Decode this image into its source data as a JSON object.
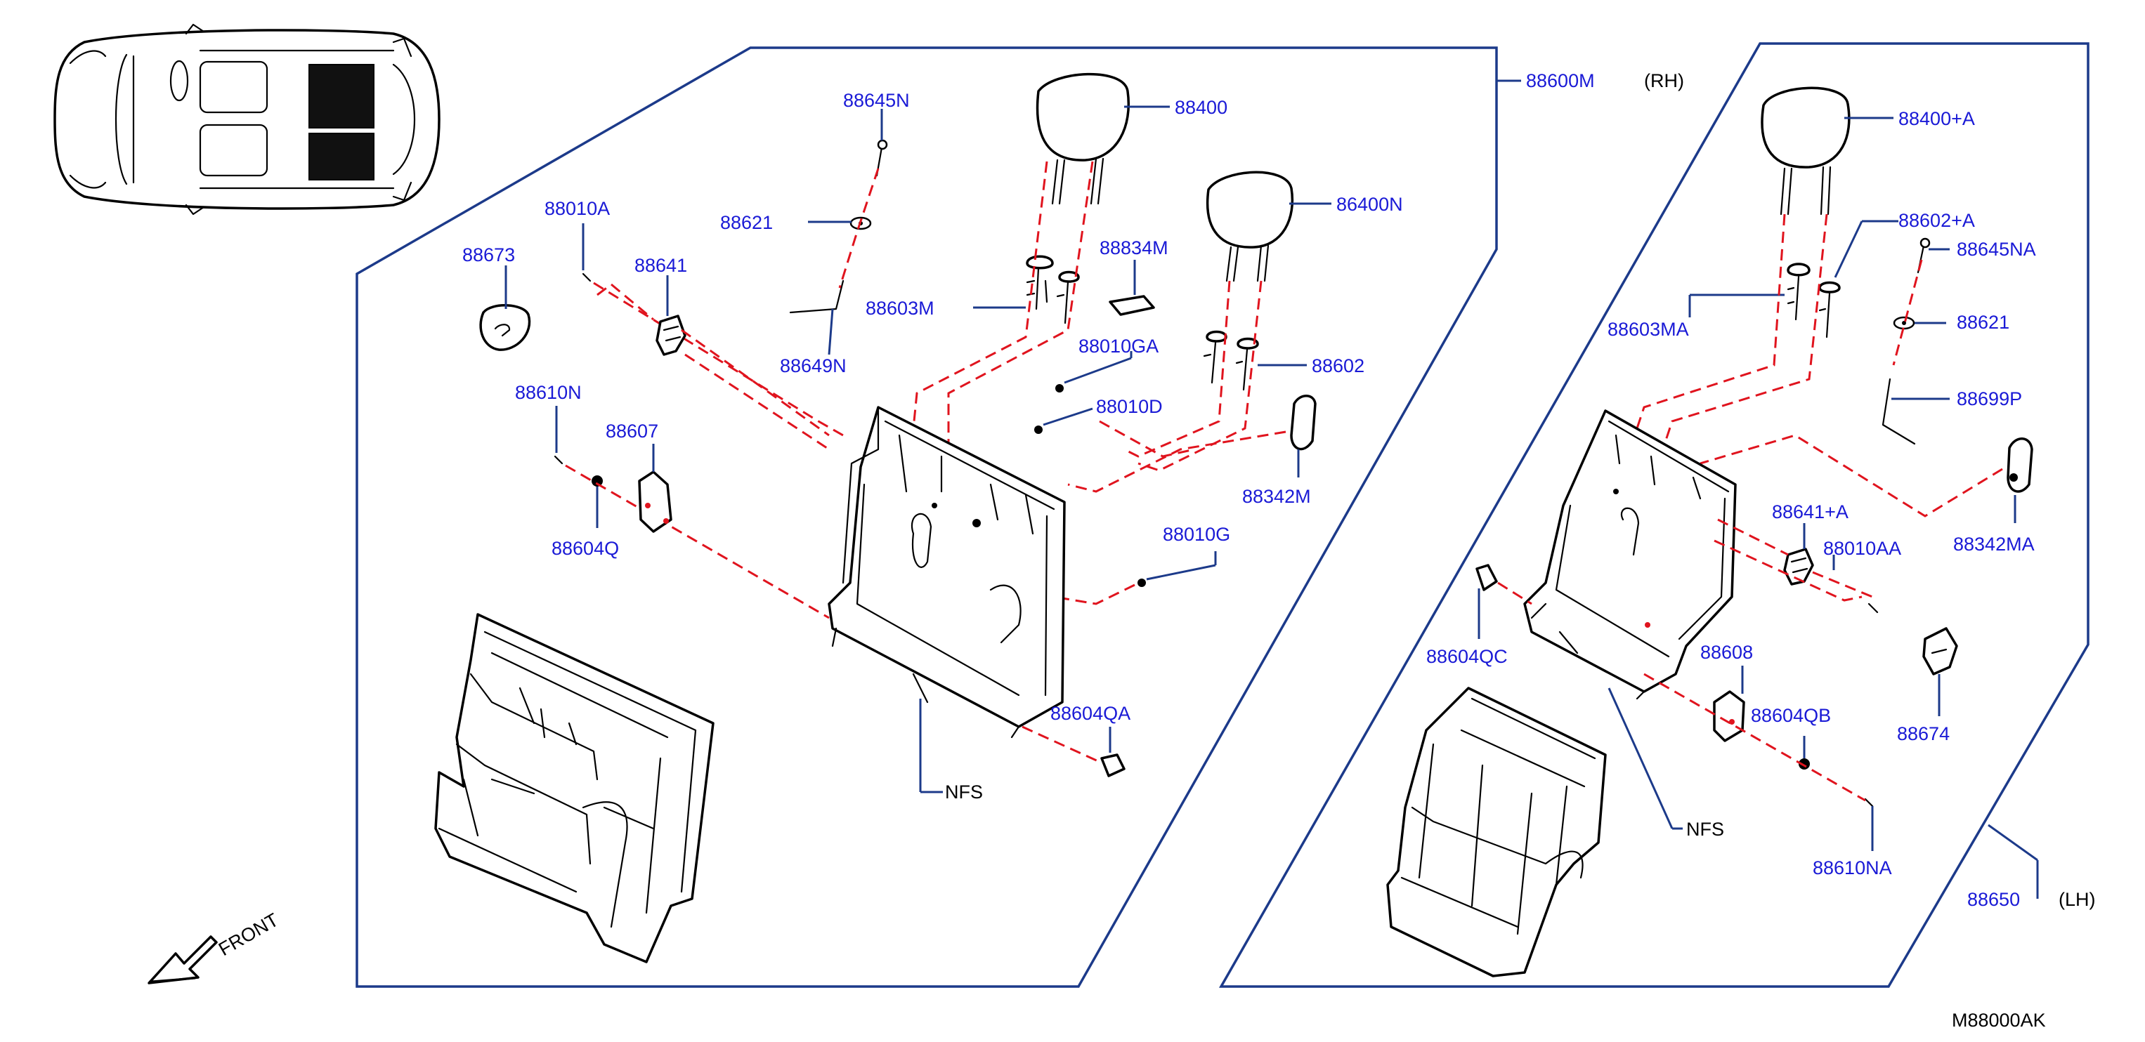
{
  "diagram_id": "M88000AK",
  "front_label": "FRONT",
  "nfs_label": "NFS",
  "rh": {
    "assembly": "88600M",
    "side": "(RH)",
    "parts": {
      "p88400": "88400",
      "p86400N": "86400N",
      "p88645N": "88645N",
      "p88621": "88621",
      "p88649N": "88649N",
      "p88834M": "88834M",
      "p88603M": "88603M",
      "p88010GA": "88010GA",
      "p88602": "88602",
      "p88010D": "88010D",
      "p88342M": "88342M",
      "p88010A": "88010A",
      "p88673": "88673",
      "p88641": "88641",
      "p88610N": "88610N",
      "p88607": "88607",
      "p88604Q": "88604Q",
      "p88010G": "88010G",
      "p88604QA": "88604QA"
    }
  },
  "lh": {
    "assembly": "88650",
    "side": "(LH)",
    "parts": {
      "p88400A": "88400+A",
      "p88602A": "88602+A",
      "p88645NA": "88645NA",
      "p88603MA": "88603MA",
      "p88621": "88621",
      "p88699P": "88699P",
      "p88342MA": "88342MA",
      "p88641A": "88641+A",
      "p88010AA": "88010AA",
      "p88604QC": "88604QC",
      "p88608": "88608",
      "p88604QB": "88604QB",
      "p88674": "88674",
      "p88610NA": "88610NA"
    }
  },
  "colors": {
    "part_number": "#1a1ad6",
    "leader": "#1c3a8a",
    "dashed_guide": "#e0141e"
  }
}
